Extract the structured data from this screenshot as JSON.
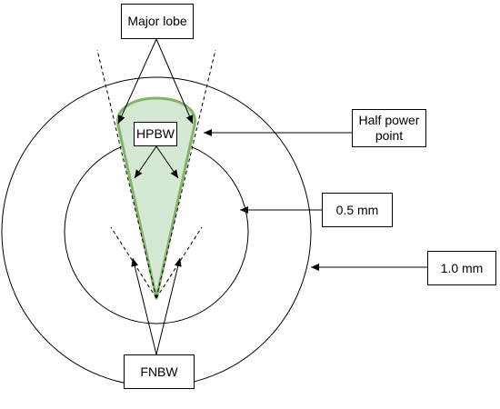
{
  "labels": {
    "major_lobe": "Major lobe",
    "hpbw": "HPBW",
    "half_power_line1": "Half power",
    "half_power_line2": "point",
    "r_inner": "0.5 mm",
    "r_outer": "1.0 mm",
    "fnbw": "FNBW"
  },
  "colors": {
    "lobe_fill": "#d5e8d4",
    "lobe_stroke": "#82b366",
    "line": "#000000"
  }
}
